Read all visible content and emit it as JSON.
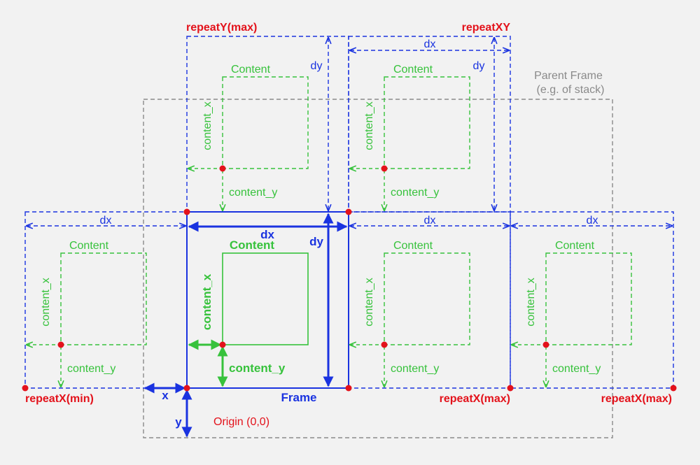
{
  "colors": {
    "blue": "#1a33e0",
    "green": "#37c23c",
    "red": "#e3121b",
    "gray": "#8a8a8a",
    "background": "#f2f2f2"
  },
  "labels": {
    "repeat_y_max": "repeatY(max)",
    "repeat_xy": "repeatXY",
    "repeat_x_min": "repeatX(min)",
    "repeat_x_max": "repeatX(max)",
    "parent_frame_line1": "Parent Frame",
    "parent_frame_line2": "(e.g. of stack)",
    "content": "Content",
    "content_x": "content_x",
    "content_y": "content_y",
    "dx": "dx",
    "dy": "dy",
    "x": "x",
    "y": "y",
    "frame": "Frame",
    "origin": "Origin (0,0)"
  }
}
